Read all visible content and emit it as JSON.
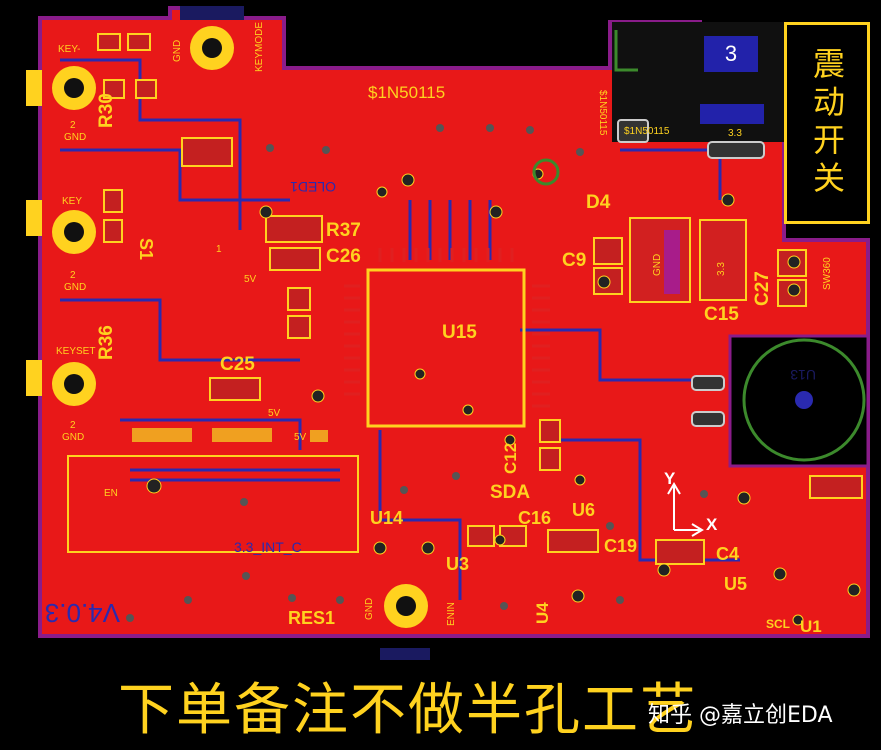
{
  "board": {
    "net_label_top": "$1N50115",
    "bottom_note": "下单备注不做半孔工艺",
    "switch_label": "震动开关",
    "pad_number_badge": "3",
    "version_mark": "V4.0.3",
    "colors": {
      "background": "#000000",
      "top_copper": "#ff1c1c",
      "bottom_copper": "#2a2ab0",
      "silkscreen": "#ffd21f",
      "board_outline": "#8a1c8a",
      "drill": "#2a2a2a",
      "pad_via_ring": "#ffd21f"
    }
  },
  "designators": {
    "r30": "R30",
    "r36": "R36",
    "r37": "R37",
    "c26": "C26",
    "c25": "C25",
    "c9": "C9",
    "c27": "C27",
    "c15": "C15",
    "c12": "C12",
    "c16": "C16",
    "c19": "C19",
    "c4": "C4",
    "u15": "U15",
    "u14": "U14",
    "u3": "U3",
    "u4": "U4",
    "u6": "U6",
    "u5": "U5",
    "u1": "U1",
    "u13": "U13",
    "d4": "D4",
    "res1": "RES1",
    "sda": "SDA",
    "scl": "SCL",
    "s1": "S1",
    "oled1": "OLED1"
  },
  "pin_labels": {
    "key_minus": "KEY-",
    "key": "KEY",
    "keyset": "KEYSET",
    "keymode": "KEYMODE",
    "gnd": "GND",
    "enin": "ENIN",
    "en": "EN",
    "v33": "3.3",
    "v5": "5V",
    "n1": "1",
    "n2": "2",
    "sw360": "SW360",
    "d_net": "$1N50115",
    "axis_x": "X",
    "axis_y": "Y",
    "int_label": "3.3_INT_C"
  },
  "watermark": "知乎 @嘉立创EDA"
}
